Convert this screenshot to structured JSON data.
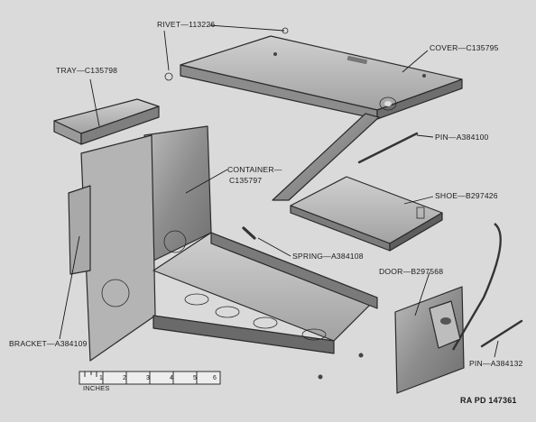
{
  "labels": {
    "rivet": "RIVET—113226",
    "cover": "COVER—C135795",
    "tray": "TRAY—C135798",
    "pin_upper": "PIN—A384100",
    "container_line1": "CONTAINER—",
    "container_line2": "C135797",
    "shoe": "SHOE—B297426",
    "spring": "SPRING—A384108",
    "door": "DOOR—B297568",
    "bracket": "BRACKET—A384109",
    "pin_lower": "PIN—A384132"
  },
  "scale": {
    "unit_label": "INCHES",
    "ticks": [
      "1",
      "2",
      "3",
      "4",
      "5",
      "6"
    ]
  },
  "plate_id": "RA PD 147361"
}
